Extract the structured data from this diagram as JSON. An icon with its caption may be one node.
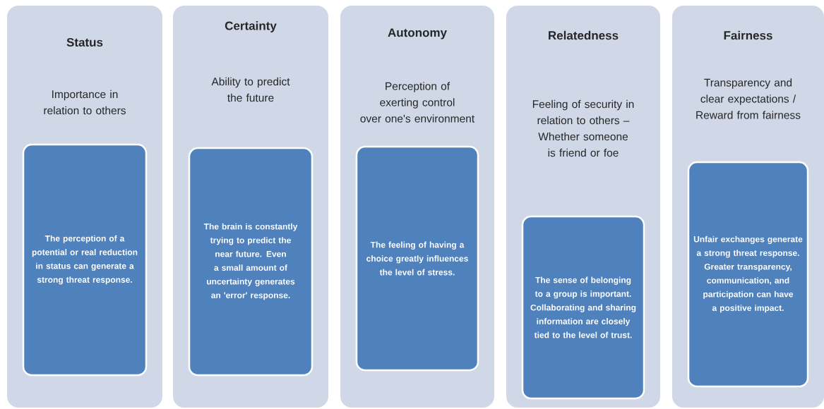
{
  "diagram": {
    "nodes": [
      {
        "text": [
          "Status",
          "Importance in relation to others"
        ]
      },
      {
        "text": [
          "The perception of a potential or real reduction in status can generate a strong threat response."
        ],
        "in": 0
      },
      {
        "text": [
          "Certainty",
          "Ability to predict the future"
        ]
      },
      {
        "text": [
          "The brain is constantly trying to predict the near future. Even a small amount of uncertainty generates an 'error' response."
        ],
        "in": 2
      },
      {
        "text": [
          "Autonomy",
          "Perception of exerting control over one's environment"
        ]
      },
      {
        "text": [
          "The feeling of having a choice greatly influences the level of stress."
        ],
        "in": 4
      },
      {
        "text": [
          "Relatedness",
          "Feeling of security in relation to others – Whether someone is friend or foe"
        ]
      },
      {
        "text": [
          "The sense of belonging to a group is important. Collaborating and sharing information are closely tied to the level of trust."
        ],
        "in": 6
      },
      {
        "text": [
          "Fairness",
          "Transparency and clear expectations / Reward from fairness"
        ]
      },
      {
        "text": [
          "Unfair exchanges generate a strong threat response. Greater transparency, communication, and participation can have a positive impact."
        ],
        "in": 8
      }
    ]
  }
}
